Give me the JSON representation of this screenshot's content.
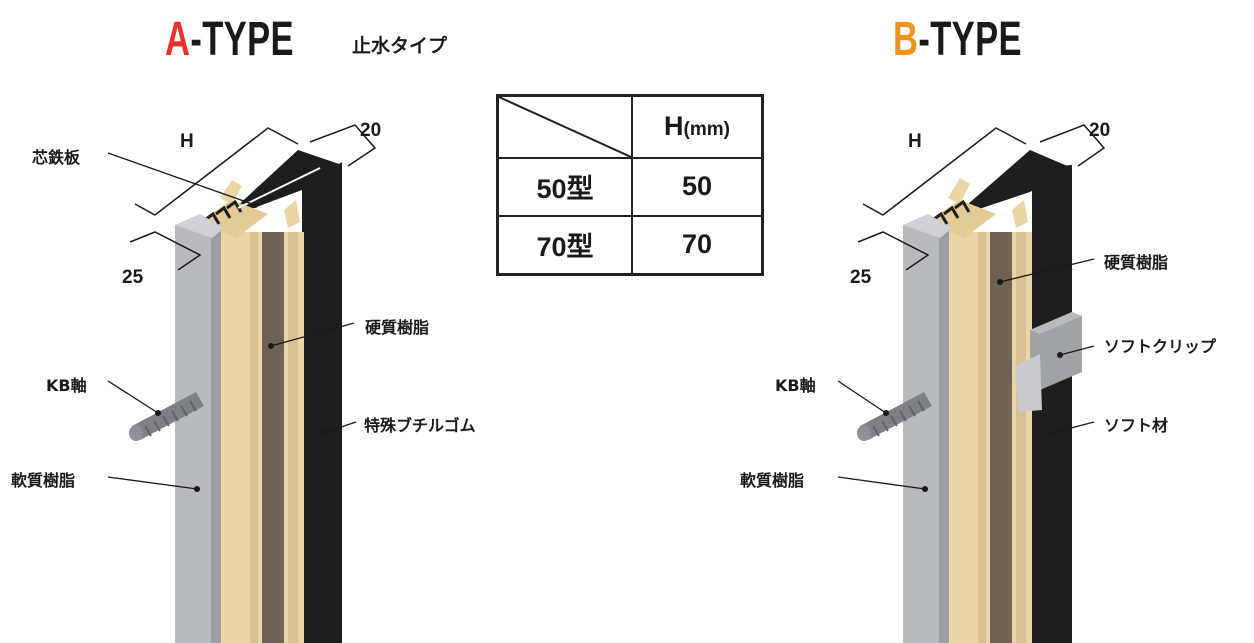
{
  "typeA": {
    "letter": "A",
    "rest": "-TYPE",
    "subtitle": "止水タイプ",
    "letter_color": "#e8332a"
  },
  "typeB": {
    "letter": "B",
    "rest": "-TYPE",
    "letter_color": "#f0921e"
  },
  "dimensions": {
    "h": "H",
    "twenty": "20",
    "twentyfive": "25"
  },
  "labelsA": {
    "core": "芯鉄板",
    "hard": "硬質樹脂",
    "kb": "KB軸",
    "butyl": "特殊ブチルゴム",
    "soft": "軟質樹脂"
  },
  "labelsB": {
    "hard": "硬質樹脂",
    "clip": "ソフトクリップ",
    "kb": "KB軸",
    "softmat": "ソフト材",
    "soft": "軟質樹脂"
  },
  "table": {
    "header": "H(mm)",
    "header_main": "H",
    "header_unit": "(mm)",
    "rows": [
      {
        "type": "50型",
        "h": "50"
      },
      {
        "type": "70型",
        "h": "70"
      }
    ]
  },
  "colors": {
    "grey": "#b7babe",
    "beige": "#e9d5a6",
    "dark": "#6e6253",
    "black": "#1e1e1e"
  }
}
